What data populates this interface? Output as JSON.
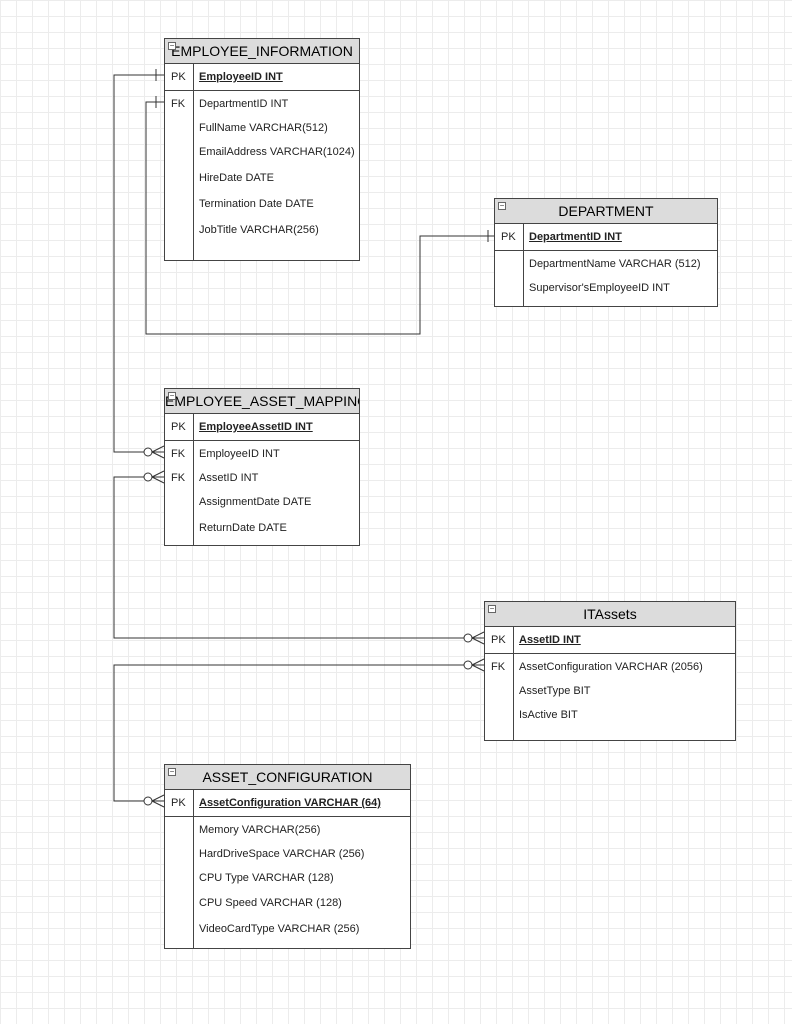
{
  "entities": {
    "employee_information": {
      "title": "EMPLOYEE_INFORMATION",
      "pk": {
        "key": "PK",
        "field": "EmployeeID INT"
      },
      "rows": [
        {
          "key": "FK",
          "field": "DepartmentID INT"
        },
        {
          "key": "",
          "field": "FullName VARCHAR(512)"
        },
        {
          "key": "",
          "field": "EmailAddress VARCHAR(1024)"
        },
        {
          "key": "",
          "field": "HireDate DATE"
        },
        {
          "key": "",
          "field": "Termination Date DATE"
        },
        {
          "key": "",
          "field": "JobTitle VARCHAR(256)"
        }
      ]
    },
    "department": {
      "title": "DEPARTMENT",
      "pk": {
        "key": "PK",
        "field": "DepartmentID INT"
      },
      "rows": [
        {
          "key": "",
          "field": "DepartmentName VARCHAR (512)"
        },
        {
          "key": "",
          "field": "Supervisor'sEmployeeID INT"
        }
      ]
    },
    "employee_asset_mapping": {
      "title": "EMPLOYEE_ASSET_MAPPING",
      "pk": {
        "key": "PK",
        "field": "EmployeeAssetID INT"
      },
      "rows": [
        {
          "key": "FK",
          "field": "EmployeeID INT"
        },
        {
          "key": "FK",
          "field": "AssetID INT"
        },
        {
          "key": "",
          "field": "AssignmentDate DATE"
        },
        {
          "key": "",
          "field": "ReturnDate DATE"
        }
      ]
    },
    "itassets": {
      "title": "ITAssets",
      "pk": {
        "key": "PK",
        "field": "AssetID INT"
      },
      "rows": [
        {
          "key": "FK",
          "field": "AssetConfiguration VARCHAR (2056)"
        },
        {
          "key": "",
          "field": "AssetType BIT"
        },
        {
          "key": "",
          "field": "IsActive BIT"
        }
      ]
    },
    "asset_configuration": {
      "title": "ASSET_CONFIGURATION",
      "pk": {
        "key": "PK",
        "field": "AssetConfiguration VARCHAR (64)"
      },
      "rows": [
        {
          "key": "",
          "field": "Memory VARCHAR(256)"
        },
        {
          "key": "",
          "field": "HardDriveSpace VARCHAR (256)"
        },
        {
          "key": "",
          "field": "CPU Type VARCHAR (128)"
        },
        {
          "key": "",
          "field": "CPU Speed VARCHAR (128)"
        },
        {
          "key": "",
          "field": "VideoCardType VARCHAR (256)"
        }
      ]
    }
  }
}
